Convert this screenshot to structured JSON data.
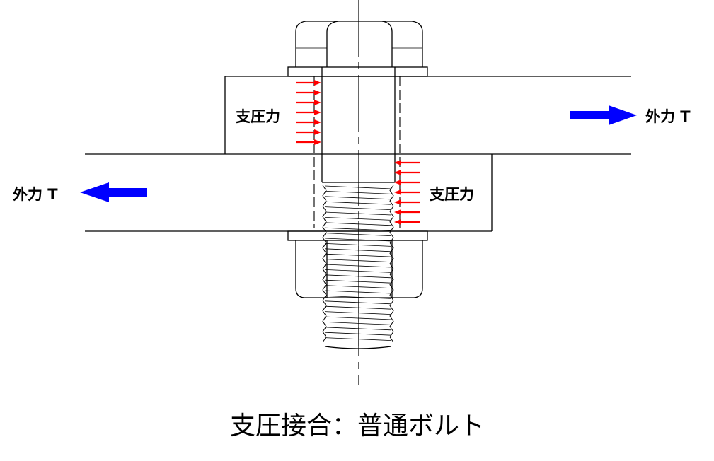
{
  "diagram": {
    "caption": "支圧接合：普通ボルト",
    "labels": {
      "bearing_upper": "支圧力",
      "bearing_lower": "支圧力",
      "force_right": "外力 T",
      "force_left": "外力 T"
    },
    "colors": {
      "line": "#000000",
      "bearing_arrow": "#ff0000",
      "force_arrow": "#0000ff",
      "background": "#ffffff"
    }
  }
}
